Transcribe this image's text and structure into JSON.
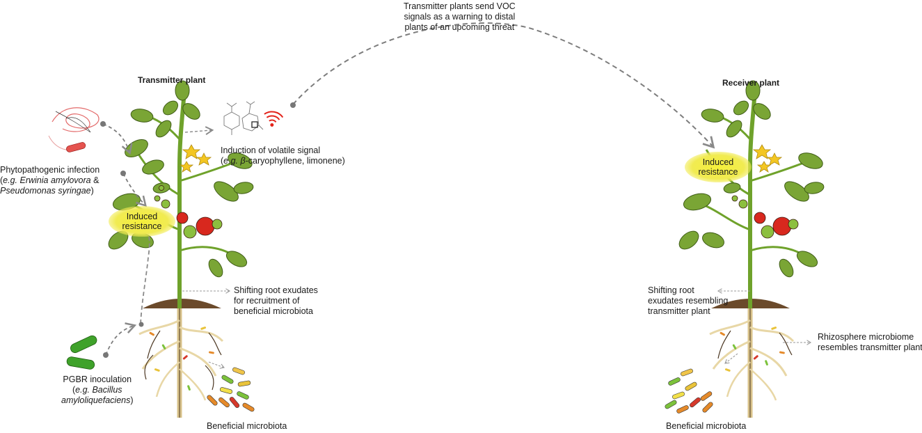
{
  "voc_signal": {
    "line1": "Transmitter plants send VOC",
    "line2": "signals as a warning to distal",
    "line3": "plants of an upcoming threat"
  },
  "transmitter": {
    "title": "Transmitter plant",
    "volatile_line1": "Induction of volatile signal",
    "volatile_prefix": "(",
    "volatile_eg": "e.g. β",
    "volatile_rest": "-caryophyllene, limonene)",
    "infection_line1": "Phytopathogenic infection",
    "infection_open": "(",
    "infection_eg": "e.g. Erwinia amylovora",
    "infection_amp": " &",
    "infection_species2": "Pseudomonas syringae",
    "infection_close": ")",
    "induced_line1": "Induced",
    "induced_line2": "resistance",
    "exudates_line1": "Shifting root exudates",
    "exudates_line2": "for recruitment of",
    "exudates_line3": "beneficial microbiota",
    "pgbr_line1": "PGBR inoculation",
    "pgbr_open": "(",
    "pgbr_eg": "e.g. Bacillus",
    "pgbr_species": "amyloliquefaciens",
    "pgbr_close": ")",
    "microbiota": "Beneficial microbiota"
  },
  "receiver": {
    "title": "Receiver plant",
    "induced_line1": "Induced",
    "induced_line2": "resistance",
    "exudates_line1": "Shifting root",
    "exudates_line2": "exudates resembling",
    "exudates_line3": "transmitter plant",
    "rhizo_line1": "Rhizosphere microbiome",
    "rhizo_line2": "resembles transmitter plant",
    "microbiota": "Beneficial microbiota"
  },
  "colors": {
    "stem": "#6fa22b",
    "leaf": "#7aa535",
    "leaf_dark": "#3f5c17",
    "tomato_red": "#d8281e",
    "tomato_green": "#8cbf3f",
    "soil": "#6b4a2b",
    "root": "#e8d7a6",
    "highlight": "#f1eb52",
    "signal_red": "#e3241b",
    "arrow": "#8a8a8a"
  }
}
